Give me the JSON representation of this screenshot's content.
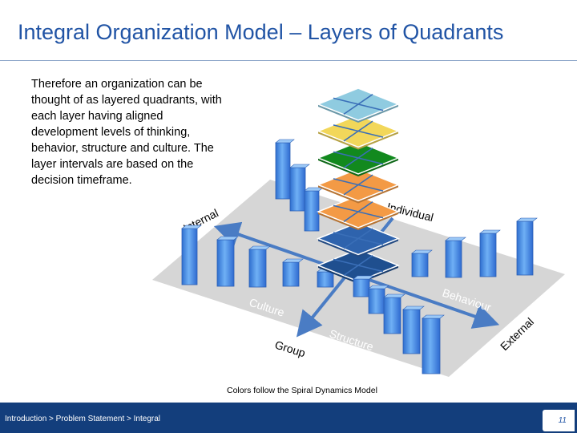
{
  "slide": {
    "title": "Integral Organization Model – Layers of Quadrants",
    "body_text": "Therefore an organization can be thought of as layered quadrants, with each layer having aligned development levels of thinking, behavior, structure and culture. The layer intervals are based on the decision timeframe.",
    "caption": "Colors follow the Spiral Dynamics Model",
    "breadcrumb": "Introduction > Problem Statement > Integral",
    "page_number": "11"
  },
  "diagram": {
    "axis_labels": {
      "internal": "Internal",
      "individual": "Individual",
      "external": "External",
      "group": "Group"
    },
    "quadrant_labels": {
      "culture": "Culture",
      "structure": "Structure",
      "behaviour": "Behaviour"
    },
    "layer_colors": [
      "#1f4f8f",
      "#2e63ad",
      "#f39a45",
      "#f39a45",
      "#12891e",
      "#f2d75a",
      "#8fcbe0"
    ],
    "colors": {
      "plane": "#d6d6d6",
      "axis": "#4a7cc4",
      "bar": "#4e93e6"
    }
  }
}
